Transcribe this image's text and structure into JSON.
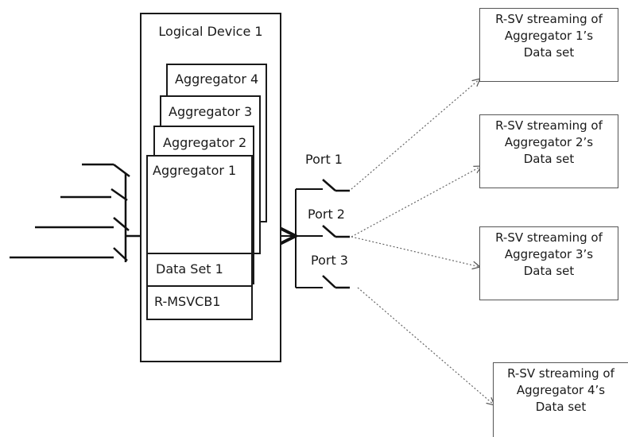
{
  "logical_device": {
    "title": "Logical Device 1"
  },
  "aggregators": [
    {
      "label": "Aggregator 4"
    },
    {
      "label": "Aggregator 3"
    },
    {
      "label": "Aggregator 2"
    },
    {
      "label": "Aggregator 1"
    }
  ],
  "data_set": {
    "label": "Data Set 1"
  },
  "control_block": {
    "label": "R-MSVCB1"
  },
  "ports": [
    {
      "label": "Port 1"
    },
    {
      "label": "Port 2"
    },
    {
      "label": "Port 3"
    }
  ],
  "streams": [
    {
      "line1": "R-SV streaming of",
      "line2": "Aggregator  1’s",
      "line3": "Data set"
    },
    {
      "line1": "R-SV streaming of",
      "line2": "Aggregator  2’s",
      "line3": "Data set"
    },
    {
      "line1": "R-SV streaming of",
      "line2": "Aggregator  3’s",
      "line3": "Data set"
    },
    {
      "line1": "R-SV streaming of",
      "line2": "Aggregator  4’s",
      "line3": "Data set"
    }
  ]
}
